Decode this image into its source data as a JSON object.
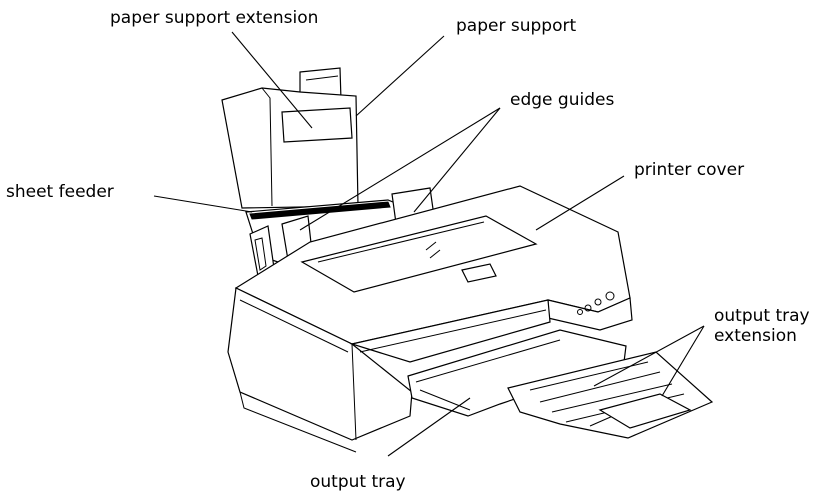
{
  "figure": {
    "labels": {
      "paper_support_extension": "paper support extension",
      "paper_support": "paper support",
      "edge_guides": "edge guides",
      "sheet_feeder": "sheet feeder",
      "printer_cover": "printer cover",
      "output_tray_extension_line1": "output tray",
      "output_tray_extension_line2": "extension",
      "output_tray": "output tray"
    }
  }
}
